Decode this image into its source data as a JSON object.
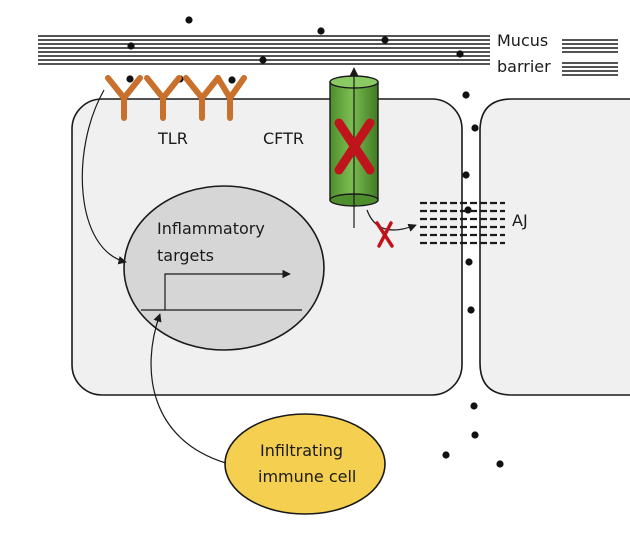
{
  "labels": {
    "mucus": "Mucus",
    "barrier": "barrier",
    "tlr": "TLR",
    "cftr": "CFTR",
    "aj": "AJ",
    "nucleus_line1": "Inflammatory",
    "nucleus_line2": "targets",
    "immune_line1": "Infiltrating",
    "immune_line2": "immune cell"
  },
  "colors": {
    "cell_fill": "#f0f0f0",
    "nucleus_fill": "#d6d6d6",
    "tlr_color": "#c8702c",
    "cftr_fill": "#6aa844",
    "cftr_dark": "#3f7a22",
    "block_x": "#c0141c",
    "immune_fill": "#f5cf50",
    "stroke": "#1a1a1a"
  },
  "icons": {
    "tlr_receptor": "y-shaped-receptor-icon",
    "cftr_channel": "cylinder-channel-icon",
    "blocked": "red-x-icon",
    "dot": "black-dot-icon"
  }
}
